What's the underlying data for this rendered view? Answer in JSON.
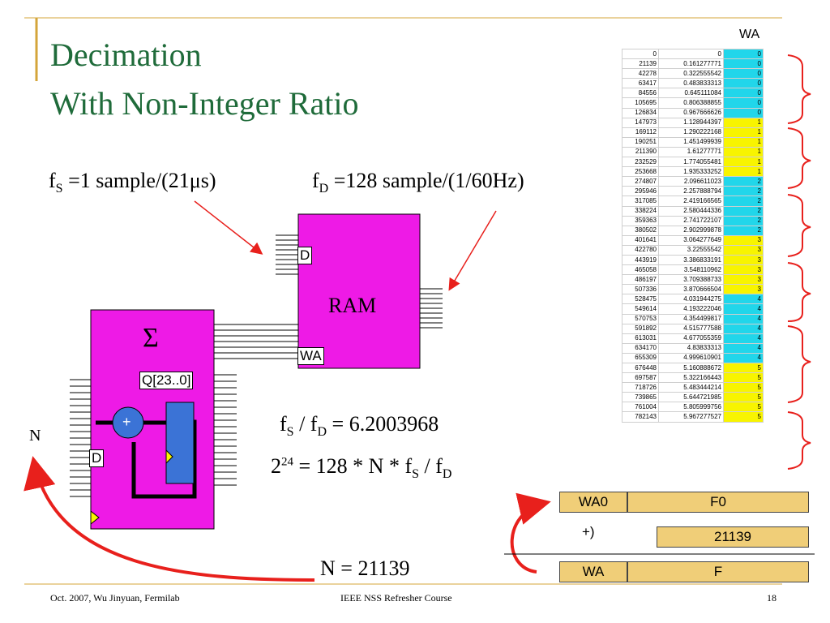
{
  "title": {
    "line1": "Decimation",
    "line2": "With Non-Integer Ratio"
  },
  "colors": {
    "title": "#1f6b3a",
    "block": "#ee1ae6",
    "adder": "#3b73d6",
    "register": "#3b73d6",
    "cyan": "#21d6ea",
    "yellow": "#f8f400",
    "box": "#f0ce78",
    "arrow": "#e8201c"
  },
  "equations": {
    "fs": {
      "f": "f",
      "sub": "S",
      "rest": " =1 sample/(21μs)"
    },
    "fd": {
      "f": "f",
      "sub": "D",
      "rest": " =128 sample/(1/60Hz)"
    },
    "ratio": {
      "a": "f",
      "asub": "S",
      "mid": " / f",
      "bsub": "D",
      "rest": " = 6.2003968"
    },
    "power": {
      "base": "2",
      "exp": "24",
      "mid": " = 128 * N * f",
      "asub": "S",
      "mid2": " / f",
      "bsub": "D"
    },
    "n_value": "N = 21139"
  },
  "diagram": {
    "ram_label": "RAM",
    "ram_d": "D",
    "ram_wa": "WA",
    "sigma": "Σ",
    "q_label": "Q[23..0]",
    "acc_d": "D",
    "plus": "+",
    "n_label": "N"
  },
  "table": {
    "header": "WA",
    "rows": [
      [
        "0",
        "0",
        "0"
      ],
      [
        "21139",
        "0.161277771",
        "0"
      ],
      [
        "42278",
        "0.322555542",
        "0"
      ],
      [
        "63417",
        "0.483833313",
        "0"
      ],
      [
        "84556",
        "0.645111084",
        "0"
      ],
      [
        "105695",
        "0.806388855",
        "0"
      ],
      [
        "126834",
        "0.967666626",
        "0"
      ],
      [
        "147973",
        "1.128944397",
        "1"
      ],
      [
        "169112",
        "1.290222168",
        "1"
      ],
      [
        "190251",
        "1.451499939",
        "1"
      ],
      [
        "211390",
        "1.61277771",
        "1"
      ],
      [
        "232529",
        "1.774055481",
        "1"
      ],
      [
        "253668",
        "1.935333252",
        "1"
      ],
      [
        "274807",
        "2.096611023",
        "2"
      ],
      [
        "295946",
        "2.257888794",
        "2"
      ],
      [
        "317085",
        "2.419166565",
        "2"
      ],
      [
        "338224",
        "2.580444336",
        "2"
      ],
      [
        "359363",
        "2.741722107",
        "2"
      ],
      [
        "380502",
        "2.902999878",
        "2"
      ],
      [
        "401641",
        "3.064277649",
        "3"
      ],
      [
        "422780",
        "3.22555542",
        "3"
      ],
      [
        "443919",
        "3.386833191",
        "3"
      ],
      [
        "465058",
        "3.548110962",
        "3"
      ],
      [
        "486197",
        "3.709388733",
        "3"
      ],
      [
        "507336",
        "3.870666504",
        "3"
      ],
      [
        "528475",
        "4.031944275",
        "4"
      ],
      [
        "549614",
        "4.193222046",
        "4"
      ],
      [
        "570753",
        "4.354499817",
        "4"
      ],
      [
        "591892",
        "4.515777588",
        "4"
      ],
      [
        "613031",
        "4.677055359",
        "4"
      ],
      [
        "634170",
        "4.83833313",
        "4"
      ],
      [
        "655309",
        "4.999610901",
        "4"
      ],
      [
        "676448",
        "5.160888672",
        "5"
      ],
      [
        "697587",
        "5.322166443",
        "5"
      ],
      [
        "718726",
        "5.483444214",
        "5"
      ],
      [
        "739865",
        "5.644721985",
        "5"
      ],
      [
        "761004",
        "5.805999756",
        "5"
      ],
      [
        "782143",
        "5.967277527",
        "5"
      ]
    ]
  },
  "adder_boxes": {
    "wa0": "WA0",
    "f0": "F0",
    "plus_op": "+)",
    "n": "21139",
    "wa": "WA",
    "f": "F"
  },
  "footer": {
    "left": "Oct. 2007, Wu Jinyuan, Fermilab",
    "center": "IEEE NSS Refresher Course",
    "page": "18"
  }
}
